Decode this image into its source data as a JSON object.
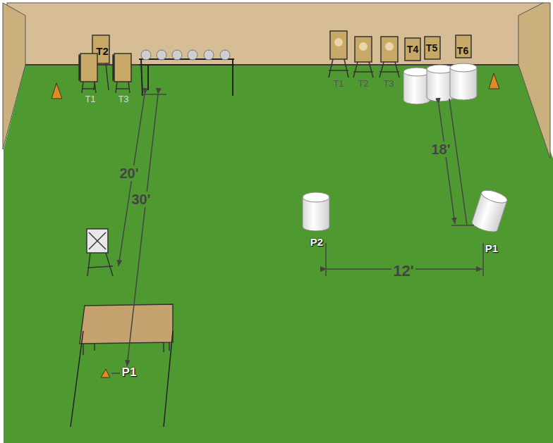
{
  "diagram": {
    "labels": [
      "T2",
      "T1",
      "T3",
      "T1",
      "T2",
      "T3",
      "T4",
      "T5",
      "T6",
      "18'",
      "20'",
      "30'",
      "P2",
      "P1",
      "12'",
      "P1"
    ]
  }
}
